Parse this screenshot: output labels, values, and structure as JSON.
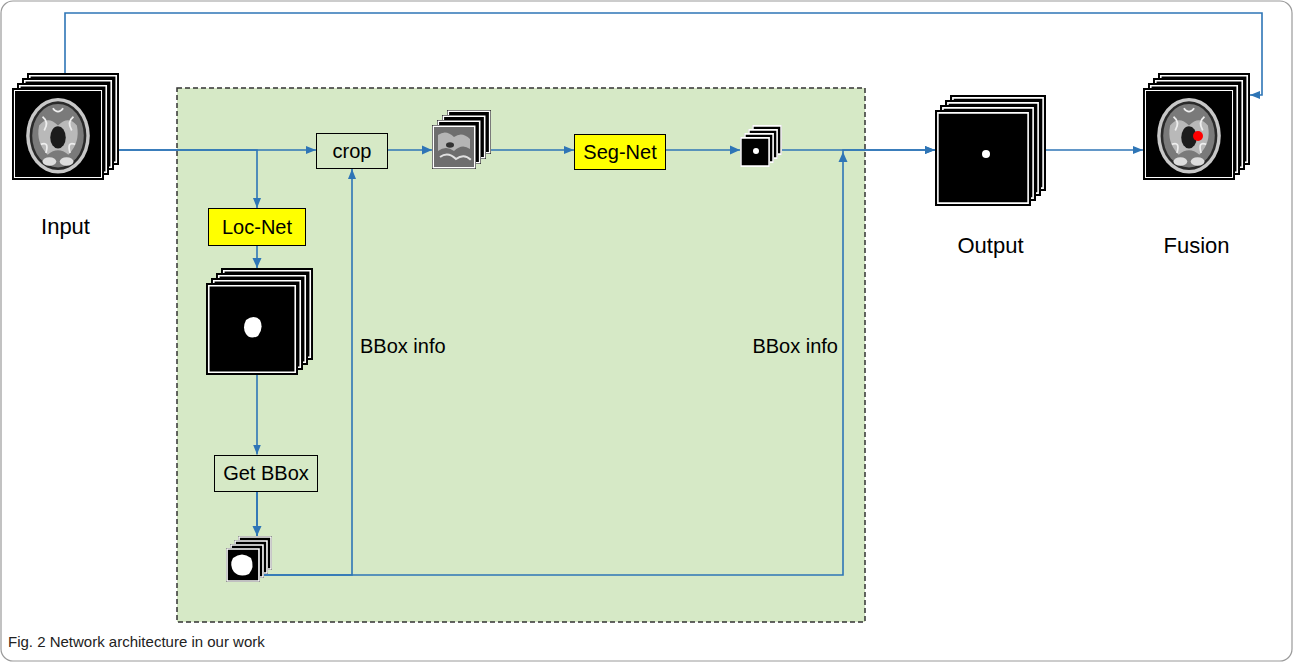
{
  "diagram": {
    "caption": "Fig. 2 Network architecture in our work",
    "nodes": [
      {
        "text": [
          "Input"
        ]
      },
      {
        "text": [
          "crop"
        ]
      },
      {
        "text": [
          "Seg-Net"
        ]
      },
      {
        "text": [
          "Output"
        ]
      },
      {
        "text": [
          "Fusion"
        ]
      },
      {
        "text": [
          "Loc-Net"
        ]
      },
      {
        "text": [
          "Get BBox"
        ]
      }
    ],
    "edges": [
      {
        "from": 0,
        "to": 4,
        "arrow": "to"
      },
      {
        "from": 0,
        "to": 1,
        "arrow": "to"
      },
      {
        "from": 0,
        "to": 5,
        "arrow": "to"
      },
      {
        "from": 1,
        "to": 2,
        "arrow": "to"
      },
      {
        "from": 2,
        "to": 3,
        "arrow": "to"
      },
      {
        "from": 3,
        "to": 4,
        "arrow": "to"
      },
      {
        "from": 5,
        "to": 6,
        "arrow": "to"
      },
      {
        "from": 6,
        "to": 1,
        "label": "BBox info",
        "arrow": "to"
      },
      {
        "from": 6,
        "to": 3,
        "label": "BBox info",
        "arrow": "to"
      }
    ]
  }
}
